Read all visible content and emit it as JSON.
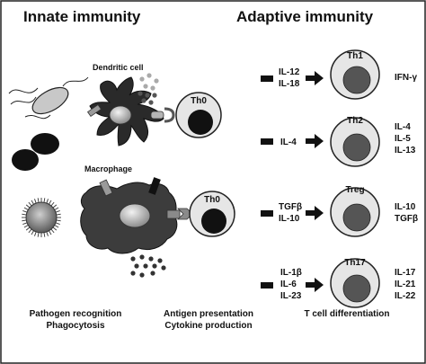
{
  "headers": {
    "innate": "Innate immunity",
    "adaptive": "Adaptive immunity"
  },
  "labels": {
    "dendritic_cell": "Dendritic cell",
    "macrophage": "Macrophage",
    "th0_top": "Th0",
    "th0_bottom": "Th0"
  },
  "lineages": [
    {
      "cell": "Th1",
      "inputs": [
        "IL-12",
        "IL-18"
      ],
      "outputs": [
        "IFN-γ"
      ]
    },
    {
      "cell": "Th2",
      "inputs": [
        "IL-4"
      ],
      "outputs": [
        "IL-4",
        "IL-5",
        "IL-13"
      ]
    },
    {
      "cell": "Treg",
      "inputs": [
        "TGFβ",
        "IL-10"
      ],
      "outputs": [
        "IL-10",
        "TGFβ"
      ]
    },
    {
      "cell": "Th17",
      "inputs": [
        "IL-1β",
        "IL-6",
        "IL-23"
      ],
      "outputs": [
        "IL-17",
        "IL-21",
        "IL-22"
      ]
    }
  ],
  "captions": {
    "innate": [
      "Pathogen recognition",
      "Phagocytosis"
    ],
    "presentation": [
      "Antigen presentation",
      "Cytokine production"
    ],
    "differentiation": [
      "T cell differentiation"
    ]
  },
  "colors": {
    "frame": "#222222",
    "cell_outer": "#e6e6e6",
    "th_nucleus": "#111111",
    "diff_nucleus": "#555555",
    "dendritic": "#2a2a2a",
    "macrophage": "#3c3c3c"
  }
}
